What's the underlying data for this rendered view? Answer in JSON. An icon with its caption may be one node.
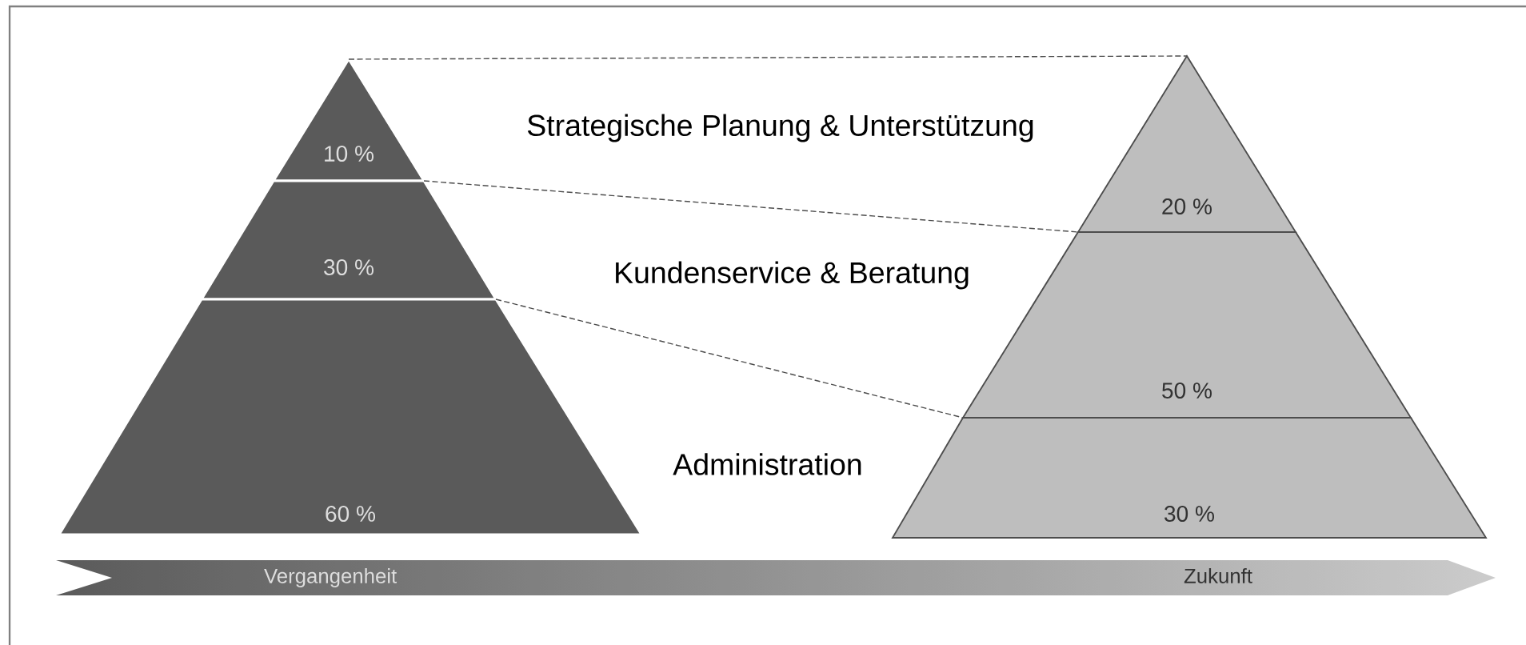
{
  "diagram": {
    "nodes": [
      {
        "text": [
          "10 %"
        ]
      },
      {
        "text": [
          "30 %"
        ]
      },
      {
        "text": [
          "60 %"
        ]
      },
      {
        "text": [
          "20 %"
        ]
      },
      {
        "text": [
          "50 %"
        ]
      },
      {
        "text": [
          "30 %"
        ]
      },
      {
        "text": [
          "Vergangenheit",
          "Zukunft"
        ]
      }
    ],
    "edges": [
      {
        "from": 0,
        "to": 3,
        "arrow": "none",
        "style": "dashed"
      },
      {
        "from": 0,
        "to": 3,
        "arrow": "none",
        "style": "dashed"
      },
      {
        "from": 1,
        "to": 4,
        "arrow": "none",
        "style": "dashed"
      }
    ],
    "labels": [
      "Strategische Planung & Unterstützung",
      "Kundenservice & Beratung",
      "Administration"
    ]
  }
}
